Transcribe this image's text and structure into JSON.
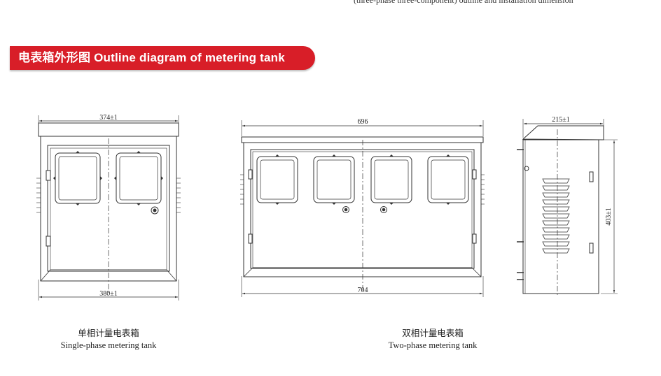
{
  "header": {
    "top_caption": "(three-phase three-component) outline and installation dimension",
    "section_title": "电表箱外形图 Outline diagram of metering tank"
  },
  "single_phase": {
    "dim_top": "374±1",
    "dim_bottom": "380±1",
    "caption_cn": "单相计量电表箱",
    "caption_en": "Single-phase metering tank"
  },
  "two_phase": {
    "dim_top": "696",
    "dim_bottom": "704",
    "caption_cn": "双相计量电表箱",
    "caption_en": "Two-phase metering tank"
  },
  "side_view": {
    "dim_top": "215±1",
    "dim_height": "403±1"
  },
  "colors": {
    "banner": "#d81e28",
    "line": "#333333"
  }
}
